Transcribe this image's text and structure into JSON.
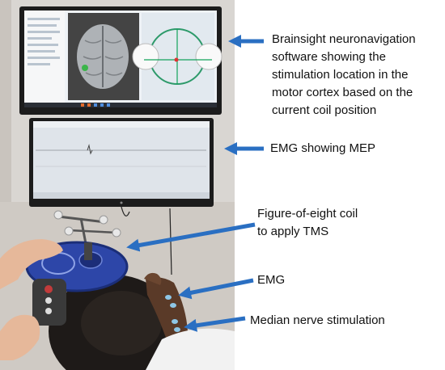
{
  "labels": {
    "brainsight": [
      "Brainsight neuronavigation",
      "software showing the",
      "stimulation location in the",
      "motor cortex based on the",
      "current coil position"
    ],
    "emg_mep": "EMG showing MEP",
    "coil": [
      "Figure-of-eight coil",
      "to apply TMS"
    ],
    "emg": "EMG",
    "median": "Median nerve stimulation"
  },
  "colors": {
    "arrow": "#2a6fc2",
    "text": "#111111",
    "monitor_bezel": "#1c1c1c",
    "wall": "#d9d6d2",
    "coil_blue": "#2d46a8"
  },
  "icons": {
    "arrow": "left-pointing-arrow-icon",
    "brain": "brain-render-icon"
  }
}
